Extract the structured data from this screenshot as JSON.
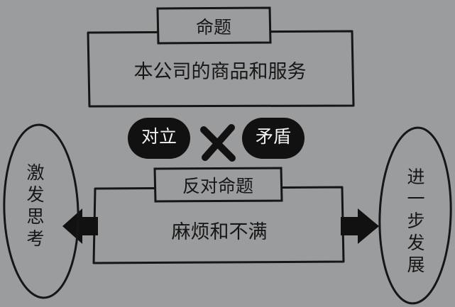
{
  "proposition": {
    "label": "命题",
    "content": "本公司的商品和服务"
  },
  "center": {
    "opposition": "对立",
    "contradiction": "矛盾",
    "cross_icon": "x-mark-icon"
  },
  "counter_proposition": {
    "label": "反对命题",
    "content": "麻烦和不满"
  },
  "left_outcome": "激发思考",
  "right_outcome": "进一步发展",
  "colors": {
    "background": "#9b9c9e",
    "ink": "#161616",
    "pill_fill": "#111111",
    "pill_text": "#f2f2f2"
  }
}
